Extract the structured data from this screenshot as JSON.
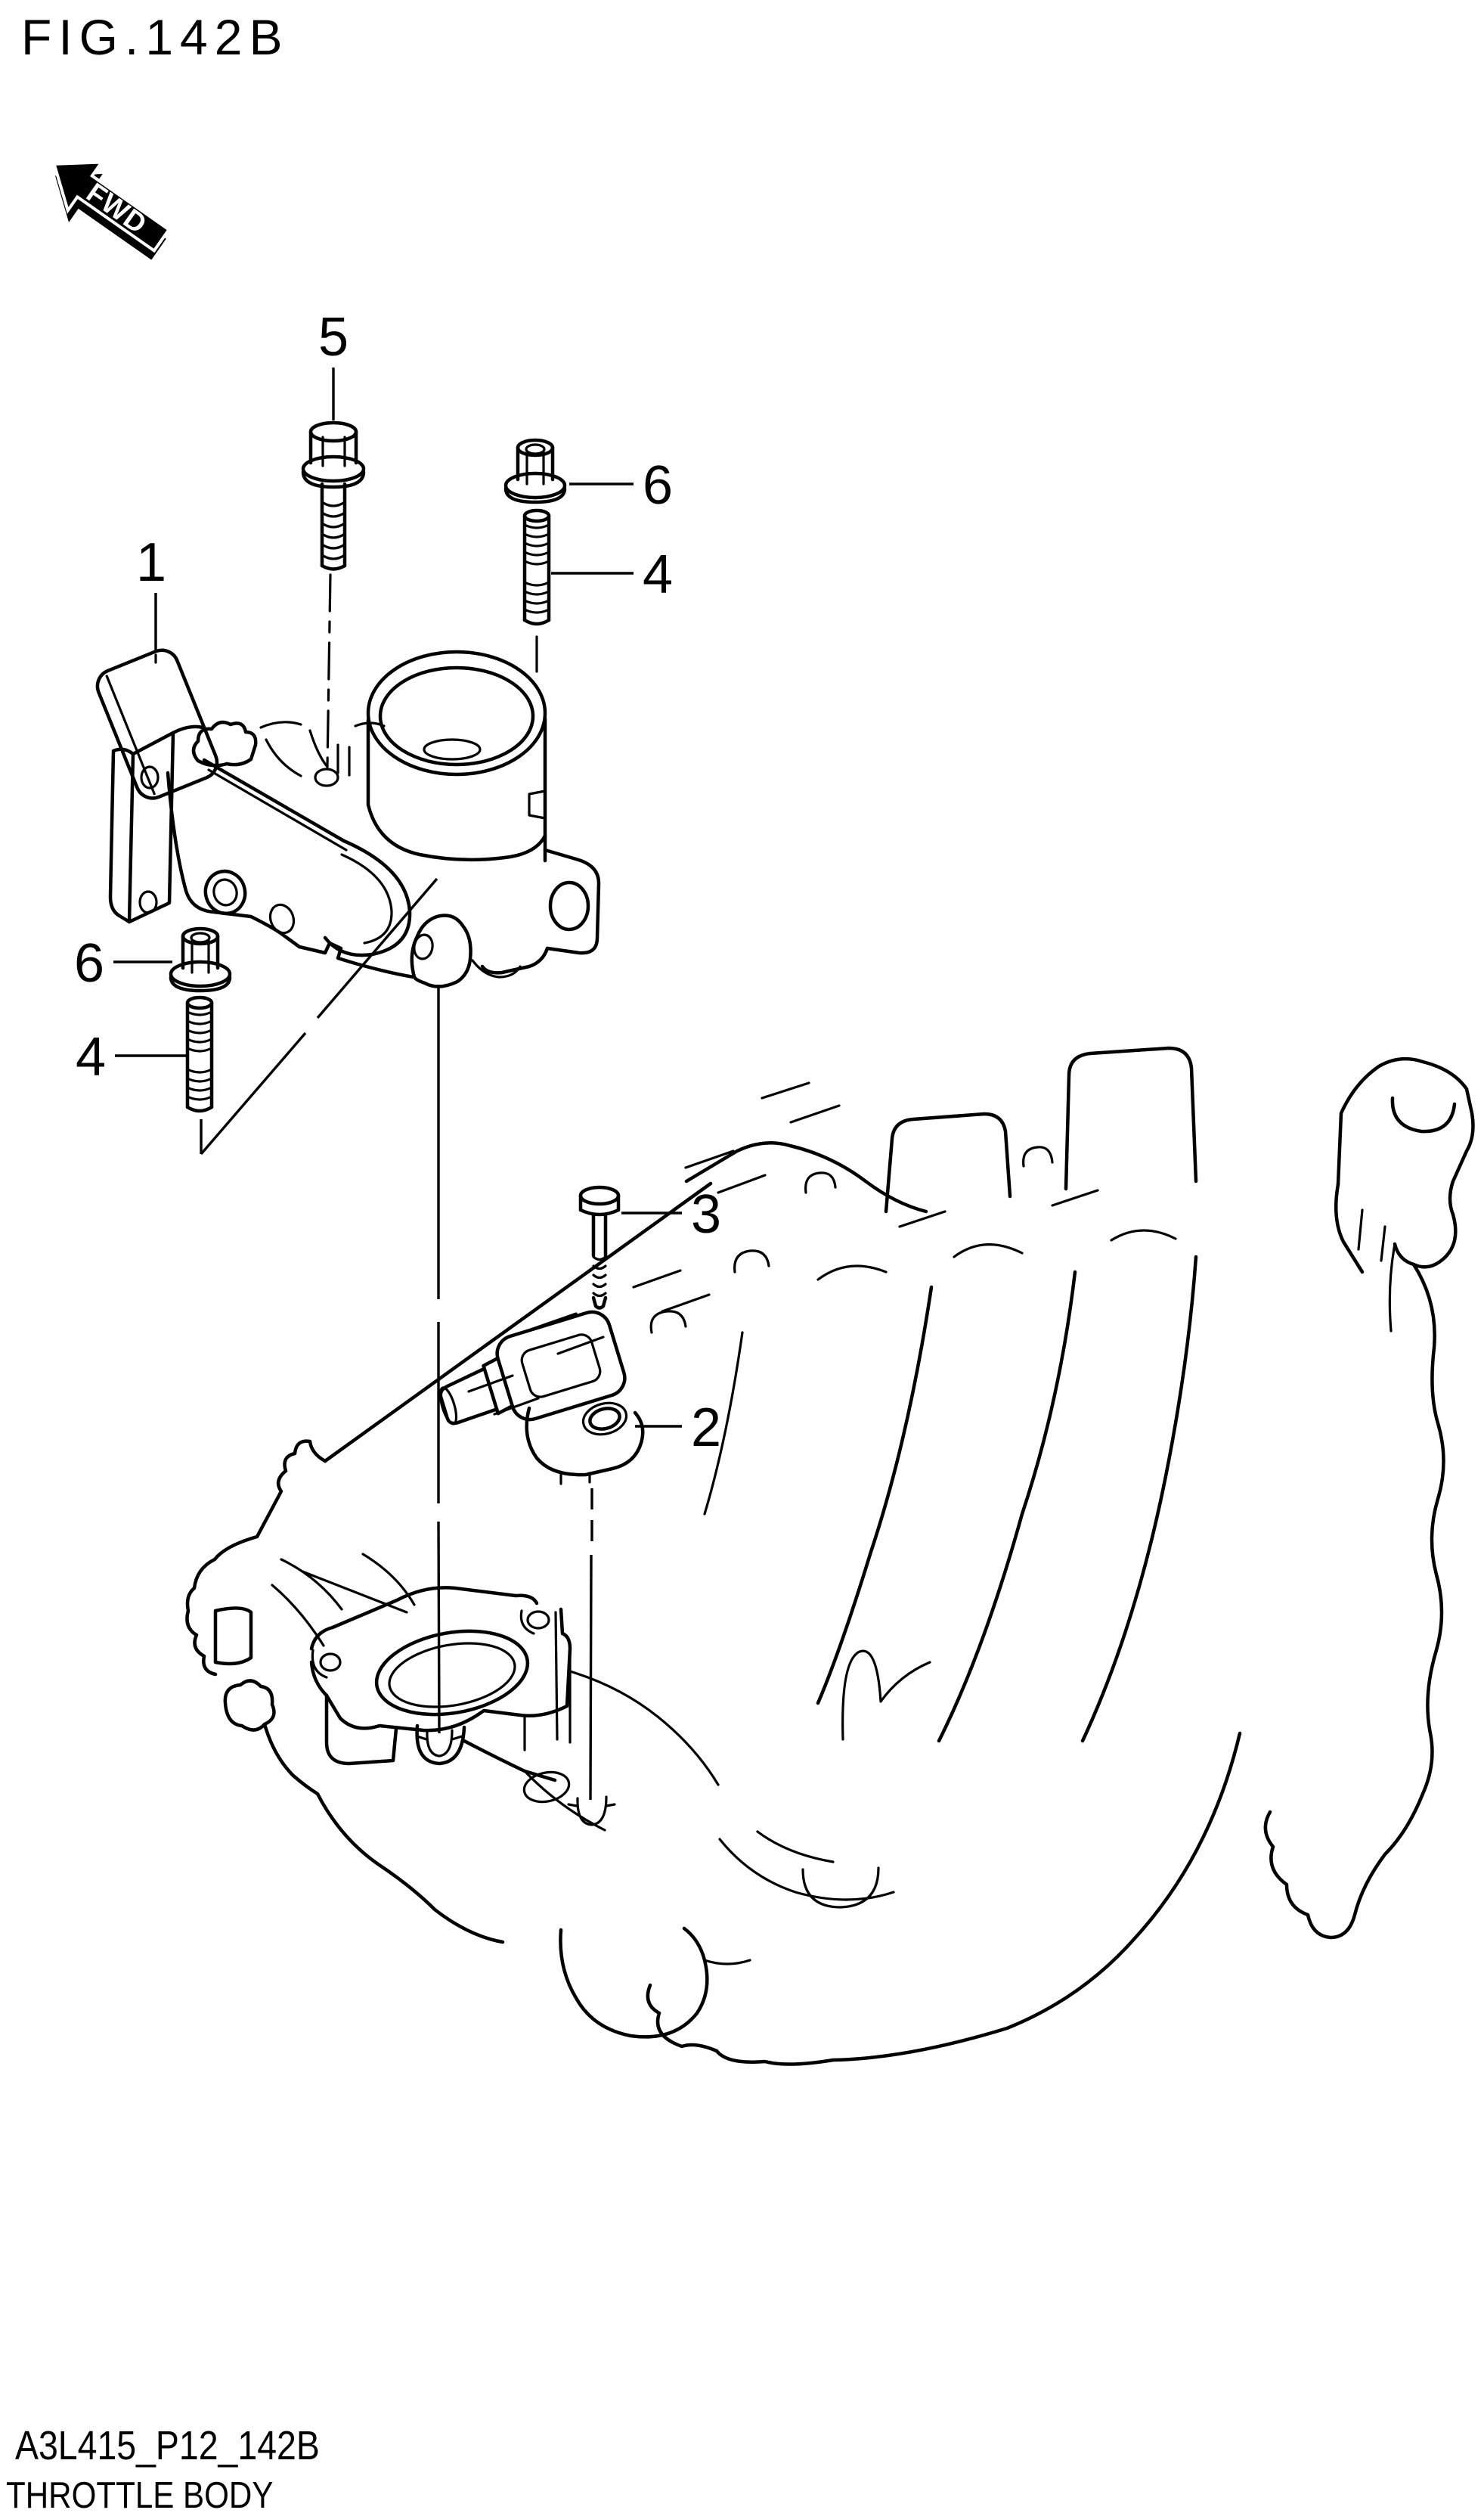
{
  "figure": {
    "title": "FIG.142B",
    "fwd_label": "FWD",
    "type": "parts-diagram",
    "subject": "throttle body mounted to intake manifold"
  },
  "footer": {
    "code": "A3L415_P12_142B",
    "caption": "THROTTLE BODY"
  },
  "colors": {
    "ink": "#000000",
    "paper": "#ffffff"
  },
  "callouts": [
    {
      "id": "5",
      "part": "flange-bolt"
    },
    {
      "id": "6",
      "part": "flange-nut-upper"
    },
    {
      "id": "4",
      "part": "stud-upper"
    },
    {
      "id": "1",
      "part": "throttle-body-assembly"
    },
    {
      "id": "6",
      "part": "flange-nut-lower"
    },
    {
      "id": "4",
      "part": "stud-lower"
    },
    {
      "id": "3",
      "part": "sensor-screw"
    },
    {
      "id": "2",
      "part": "throttle-position-sensor"
    }
  ]
}
